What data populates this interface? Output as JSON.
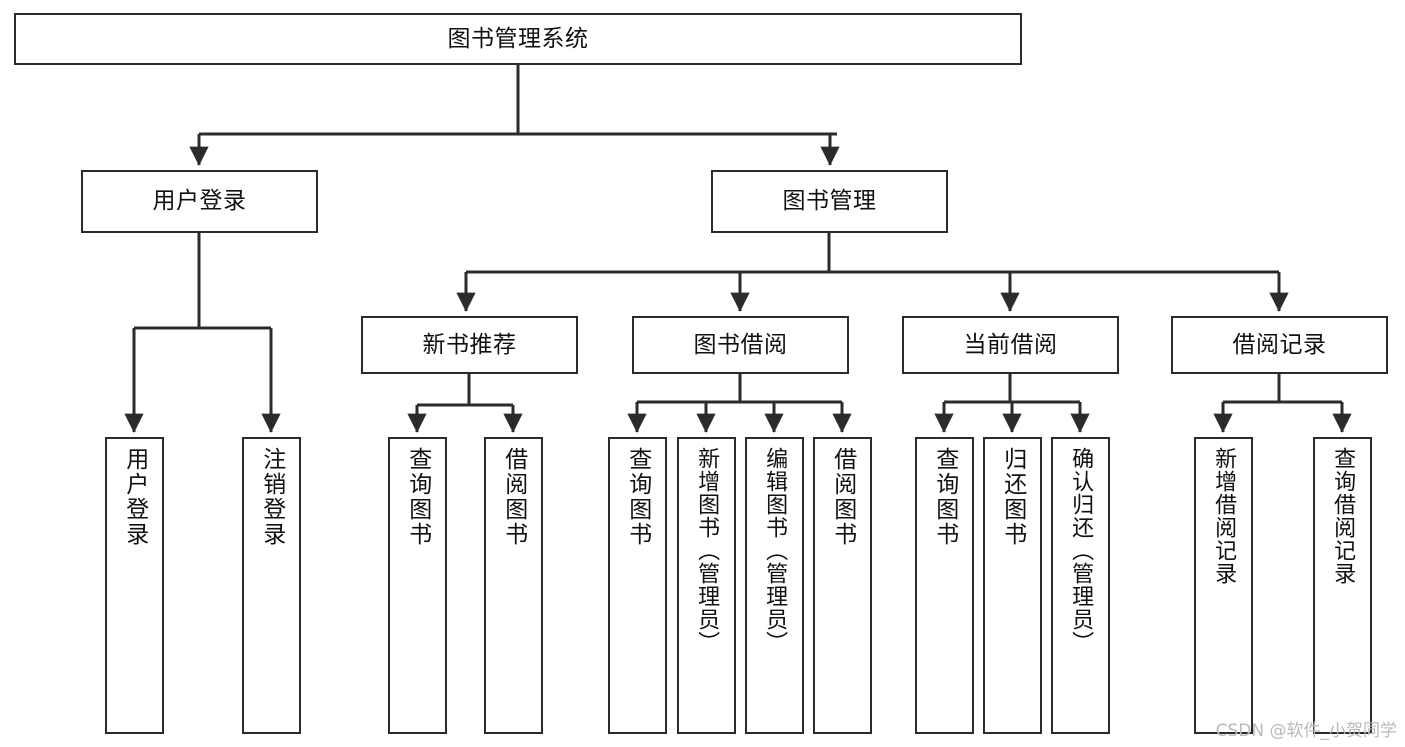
{
  "diagram": {
    "title": "图书管理系统",
    "type": "tree-hierarchy-chart",
    "orientation": "top-down",
    "colors": {
      "node_border": "#2b2b2b",
      "node_fill": "#ffffff",
      "edge": "#2b2b2b",
      "text": "#111111",
      "watermark": "#b9b9b9",
      "background": "#ffffff"
    },
    "nodes": {
      "root": {
        "id": "root",
        "label": "图书管理系统",
        "level": 0
      },
      "level1": [
        {
          "id": "user-login",
          "label": "用户登录",
          "level": 1
        },
        {
          "id": "book-manage",
          "label": "图书管理",
          "level": 1
        }
      ],
      "level2": [
        {
          "id": "new-book-recommend",
          "label": "新书推荐",
          "level": 2,
          "parent": "book-manage"
        },
        {
          "id": "book-borrow",
          "label": "图书借阅",
          "level": 2,
          "parent": "book-manage"
        },
        {
          "id": "current-borrow",
          "label": "当前借阅",
          "level": 2,
          "parent": "book-manage"
        },
        {
          "id": "borrow-record",
          "label": "借阅记录",
          "level": 2,
          "parent": "book-manage"
        }
      ],
      "leaves": [
        {
          "id": "leaf-user-login",
          "label": "用户登录",
          "parent": "user-login"
        },
        {
          "id": "leaf-user-logout",
          "label": "注销登录",
          "parent": "user-login"
        },
        {
          "id": "leaf-rec-query-book",
          "label": "查询图书",
          "parent": "new-book-recommend"
        },
        {
          "id": "leaf-rec-borrow-book",
          "label": "借阅图书",
          "parent": "new-book-recommend"
        },
        {
          "id": "leaf-borrow-query-book",
          "label": "查询图书",
          "parent": "book-borrow"
        },
        {
          "id": "leaf-borrow-add-book",
          "label": "新增图书（管理员）",
          "parent": "book-borrow"
        },
        {
          "id": "leaf-borrow-edit-book",
          "label": "编辑图书（管理员）",
          "parent": "book-borrow"
        },
        {
          "id": "leaf-borrow-borrow-book",
          "label": "借阅图书",
          "parent": "book-borrow"
        },
        {
          "id": "leaf-current-query-book",
          "label": "查询图书",
          "parent": "current-borrow"
        },
        {
          "id": "leaf-current-return-book",
          "label": "归还图书",
          "parent": "current-borrow"
        },
        {
          "id": "leaf-current-confirm-return",
          "label": "确认归还（管理员）",
          "parent": "current-borrow"
        },
        {
          "id": "leaf-record-add",
          "label": "新增借阅记录",
          "parent": "borrow-record"
        },
        {
          "id": "leaf-record-query",
          "label": "查询借阅记录",
          "parent": "borrow-record"
        }
      ]
    }
  },
  "watermark": {
    "text": "CSDN @软件_小贺同学"
  }
}
